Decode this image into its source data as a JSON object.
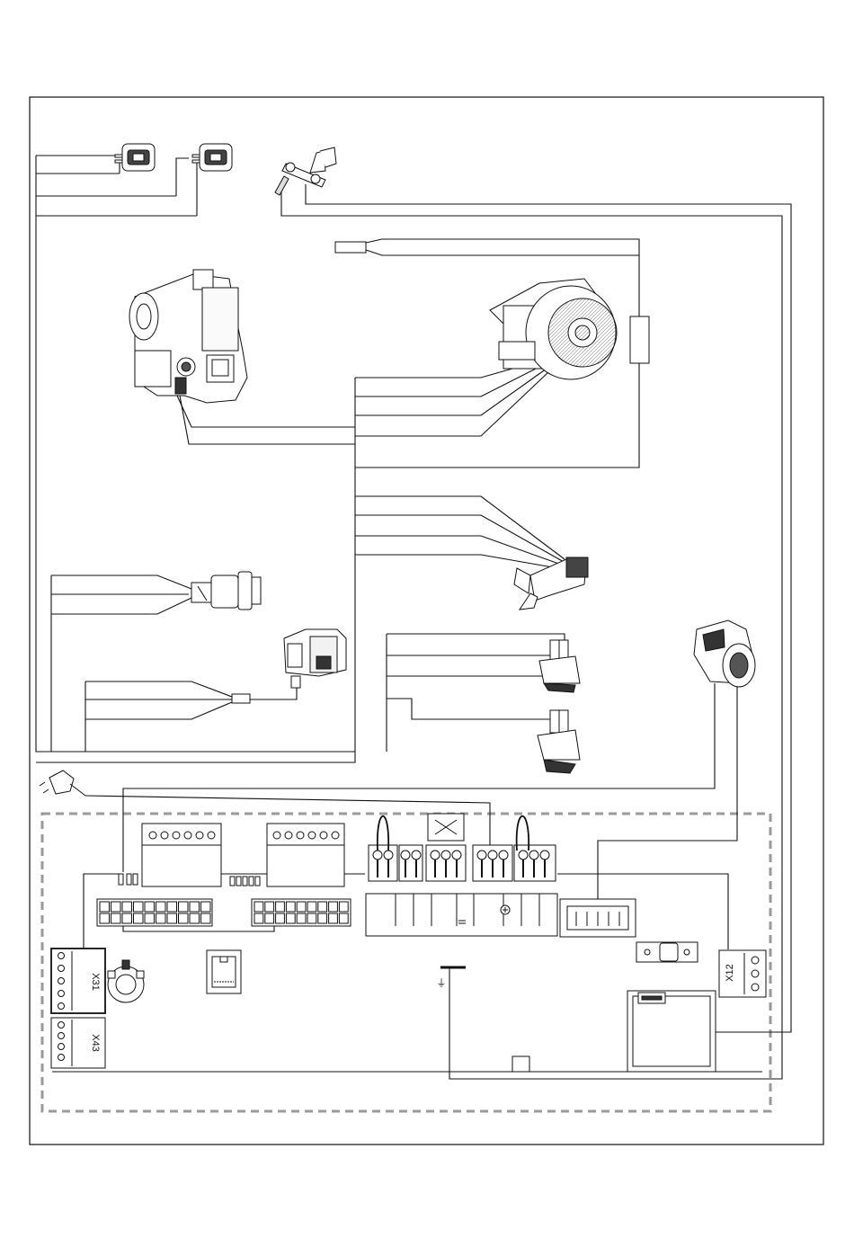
{
  "connectors": {
    "x31": "X31",
    "x43": "X43",
    "x12": "X12"
  },
  "symbols": {
    "earth": "⏚"
  }
}
